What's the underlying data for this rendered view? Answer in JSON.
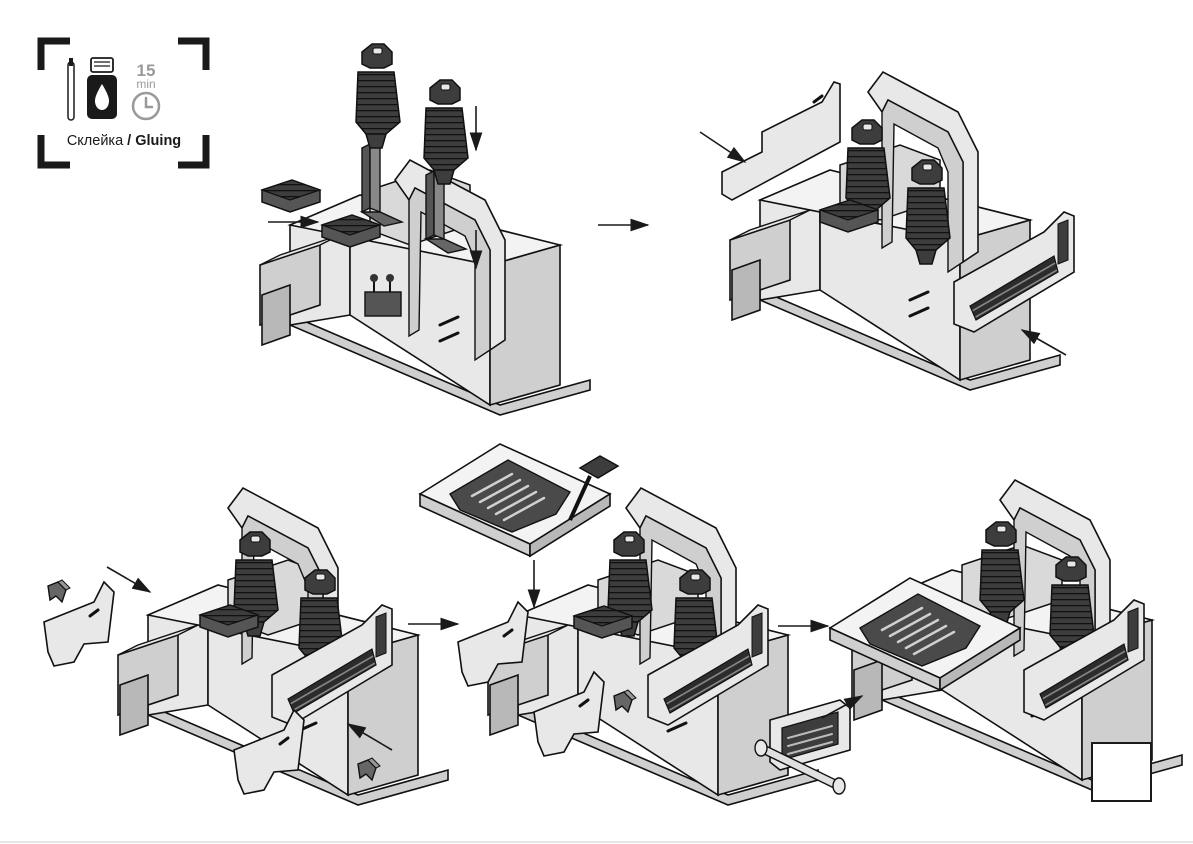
{
  "legend": {
    "timer_value": "15",
    "timer_unit": "min",
    "label_ru": "Склейка",
    "separator": " / ",
    "label_en": "Gluing"
  },
  "colors": {
    "outline": "#1a1a1a",
    "panel_light": "#e8e8e8",
    "panel_mid": "#cfcfcf",
    "panel_dark": "#555555",
    "seat_dark": "#3d3d3d",
    "timer_grey": "#9a9a9a"
  },
  "steps": [
    {
      "name": "step-1-seats-and-pedals"
    },
    {
      "name": "step-2-side-panels"
    },
    {
      "name": "step-3-front-side-panels"
    },
    {
      "name": "step-4-dashboard"
    },
    {
      "name": "step-5-front-grille"
    }
  ]
}
